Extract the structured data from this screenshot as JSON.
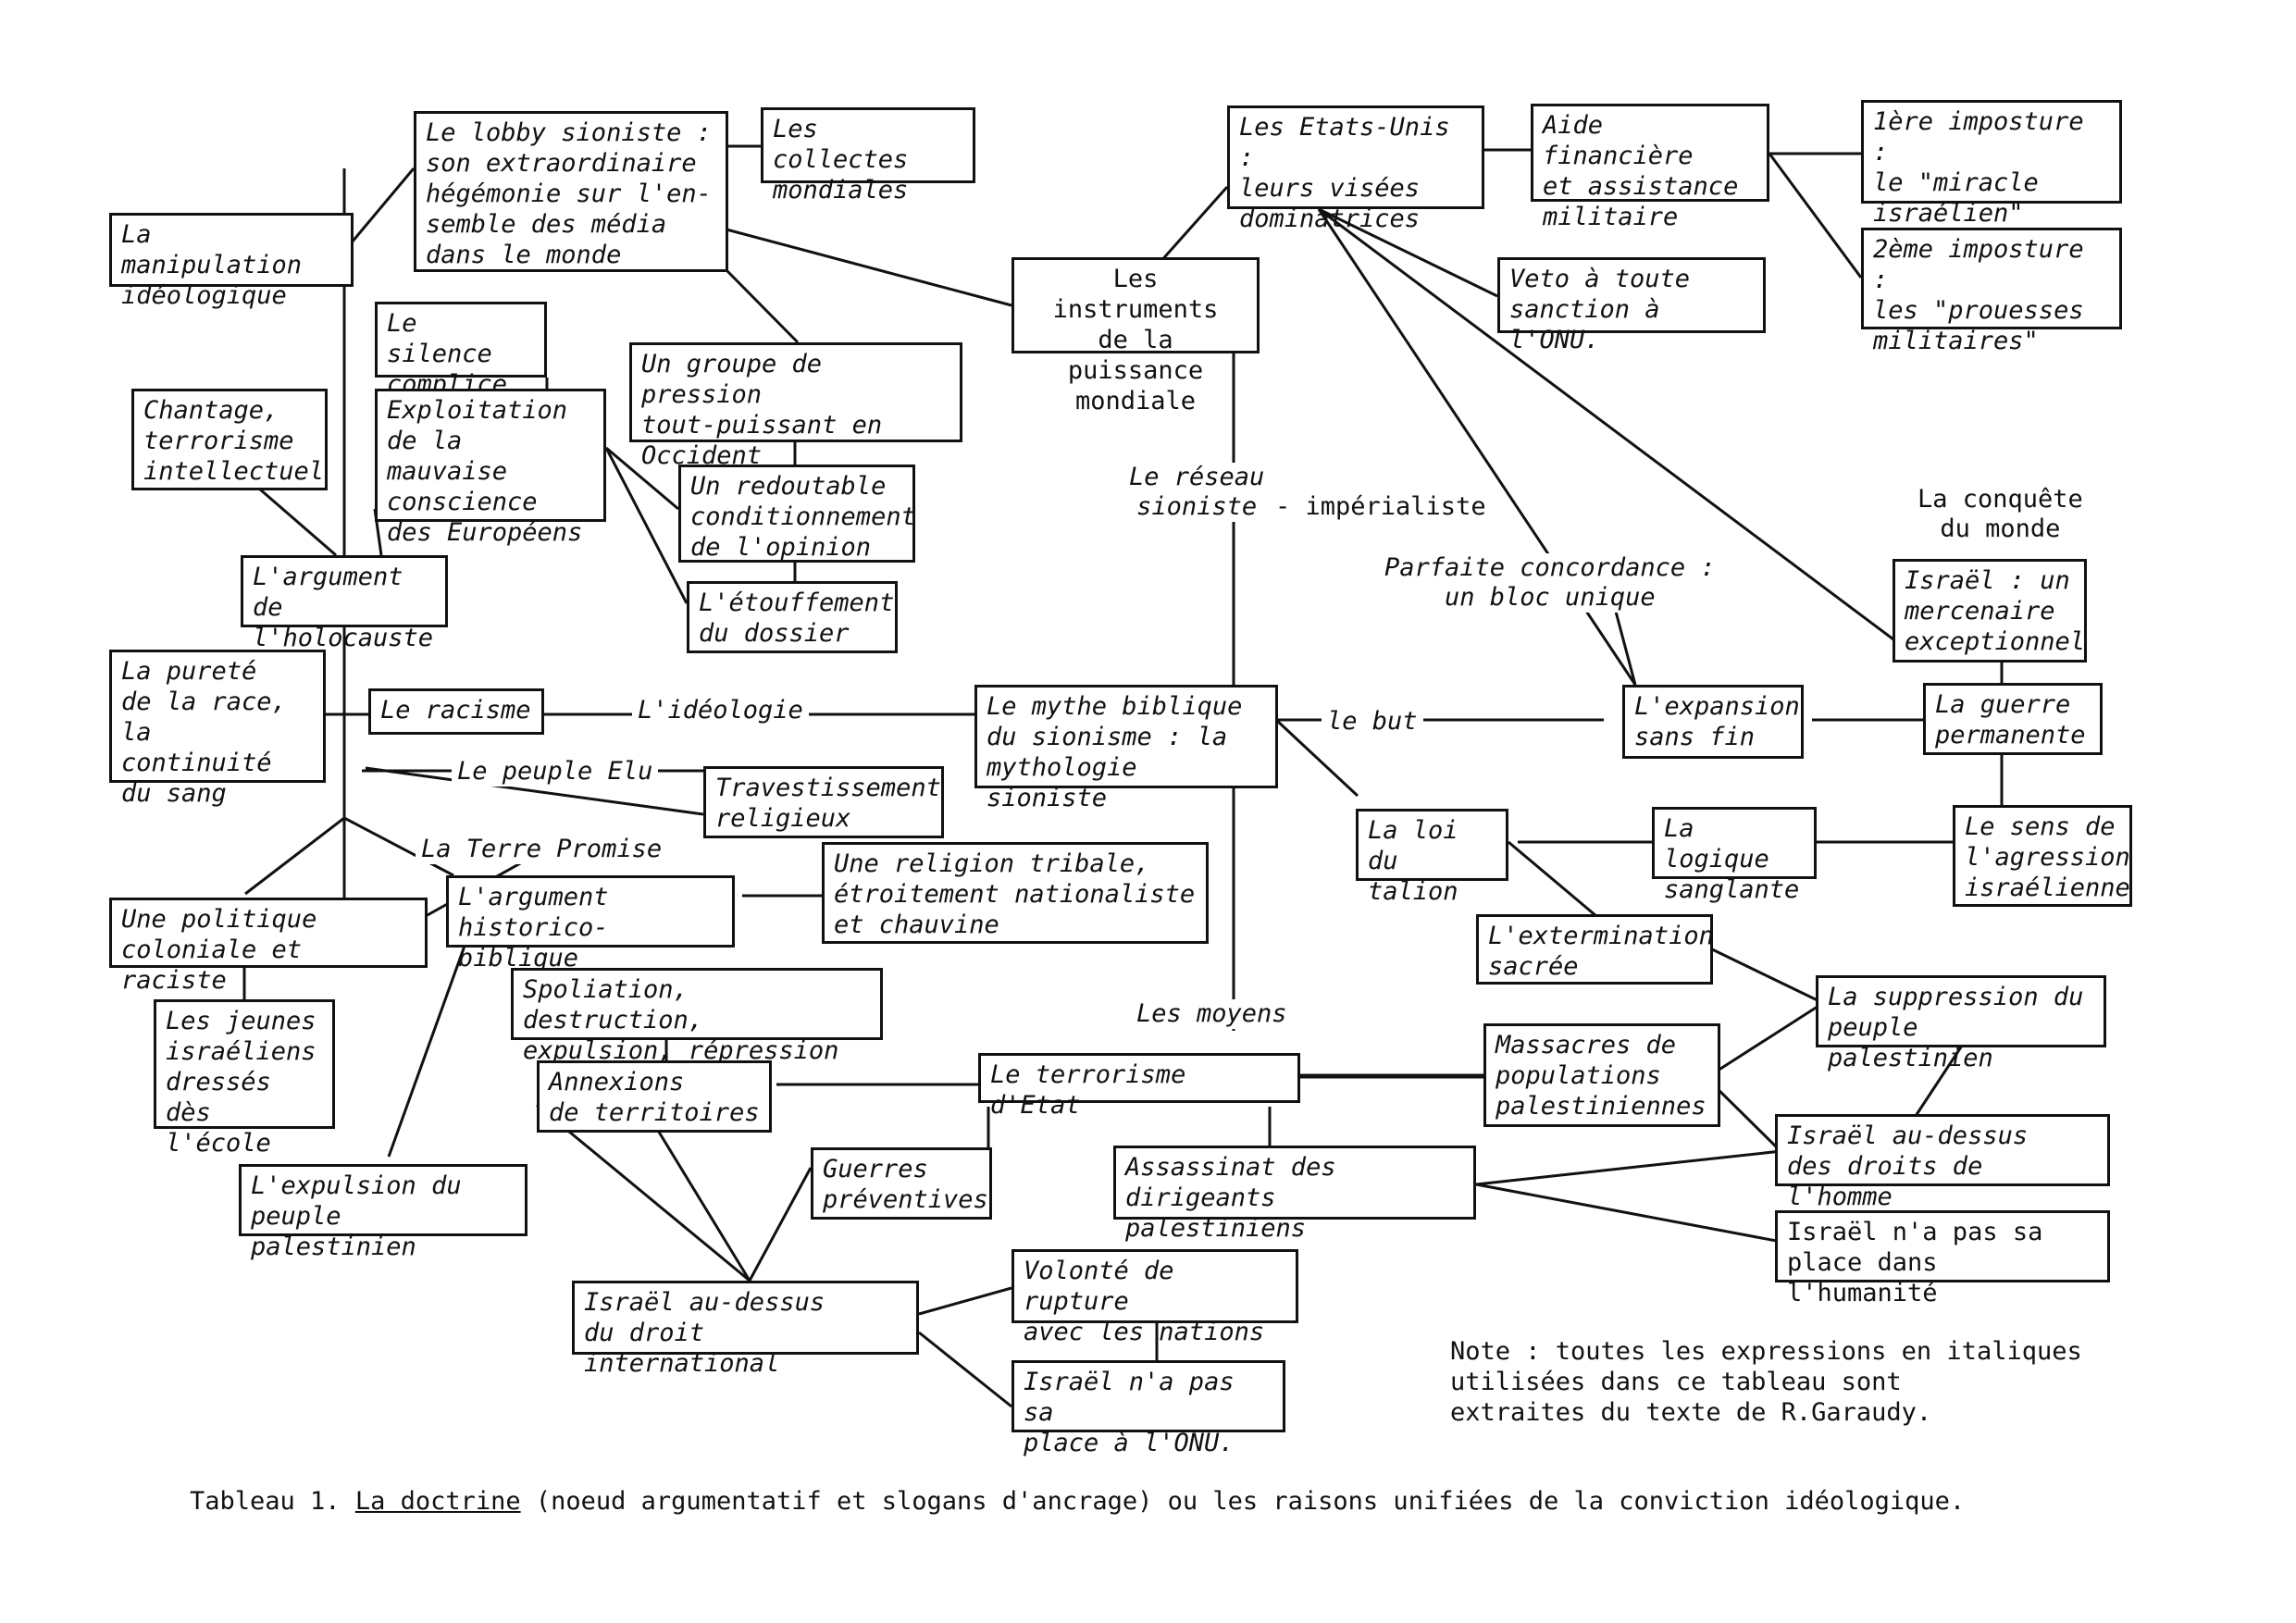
{
  "nodes": {
    "manipulation": "La manipulation\nidéologique",
    "lobby": "Le lobby sioniste :\nson extraordinaire\nhégémonie sur l'en-\nsemble des média\ndans le monde",
    "collectes": "Les collectes\nmondiales",
    "silence": "Le silence\ncomplice",
    "chantage": "Chantage,\nterrorisme\nintellectuel",
    "exploitation": "Exploitation\nde la mauvaise\nconscience\ndes Européens",
    "groupe": "Un groupe de pression\ntout-puissant en\nOccident",
    "conditionnement": "Un redoutable\nconditionnement\nde l'opinion",
    "etouffement": "L'étouffement\ndu dossier",
    "holocauste": "L'argument de\nl'holocauste",
    "instruments": "Les instruments\nde la puissance\nmondiale",
    "etatsunis": "Les Etats-Unis :\nleurs visées\ndominatrices",
    "aide": "Aide financière\net assistance\nmilitaire",
    "imposture1": "1ère imposture :\nle \"miracle\nisraélien\"",
    "imposture2": "2ème imposture :\nles \"prouesses\nmilitaires\"",
    "veto": "Veto à toute\nsanction à l'ONU.",
    "purete": "La pureté\nde la race,\nla continuité\ndu sang",
    "racisme": "Le racisme",
    "mythe": "Le mythe biblique\ndu sionisme : la\nmythologie sioniste",
    "travestissement": "Travestissement\nreligieux",
    "expansion": "L'expansion\nsans fin",
    "mercenaire": "Israël : un\nmercenaire\nexceptionnel",
    "guerre_perm": "La guerre\npermanente",
    "historico": "L'argument\nhistorico-biblique",
    "religion": "Une religion tribale,\nétroitement nationaliste\net chauvine",
    "politique": "Une politique\ncoloniale et raciste",
    "talion": "La loi\ndu talion",
    "logique": "La logique\nsanglante",
    "sens": "Le sens de\nl'agression\nisraélienne",
    "extermination": "L'extermination\nsacrée",
    "jeunes": "Les jeunes\nisraéliens\ndressés\ndès l'école",
    "spoliation": "Spoliation, destruction,\nexpulsion, répression",
    "annexions": "Annexions\nde territoires",
    "terrorisme_etat": "Le terrorisme d'Etat",
    "massacres": "Massacres de\npopulations\npalestiniennes",
    "suppression": "La suppression du\npeuple palestinien",
    "expulsion": "L'expulsion du\npeuple palestinien",
    "guerres_prev": "Guerres\npréventives",
    "assassinat": "Assassinat des\ndirigeants palestiniens",
    "israel_droits": "Israël au-dessus\ndes droits de l'homme",
    "israel_humanite": "Israël n'a pas sa\nplace dans l'humanité",
    "israel_droit_int": "Israël au-dessus\ndu droit international",
    "volonte": "Volonté de rupture\navec les nations",
    "israel_onu": "Israël n'a pas sa\nplace à l'ONU."
  },
  "labels": {
    "reseau": "Le réseau\nsioniste",
    "imperialiste": "- impérialiste",
    "concordance": "Parfaite concordance :\nun bloc unique",
    "conquete": "La conquête\ndu monde",
    "ideologie": "L'idéologie",
    "le_but": "le but",
    "peuple_elu": "Le peuple Elu",
    "terre_promise": "La Terre Promise",
    "les_moyens": "Les moyens"
  },
  "note": "Note : toutes les expressions en italiques\n       utilisées dans ce tableau sont\n       extraites du texte de R.Garaudy.",
  "caption": {
    "prefix": "Tableau 1. ",
    "underlined": "La doctrine",
    "rest": " (noeud argumentatif et slogans d'ancrage) ou les raisons unifiées de la conviction idéologique."
  }
}
